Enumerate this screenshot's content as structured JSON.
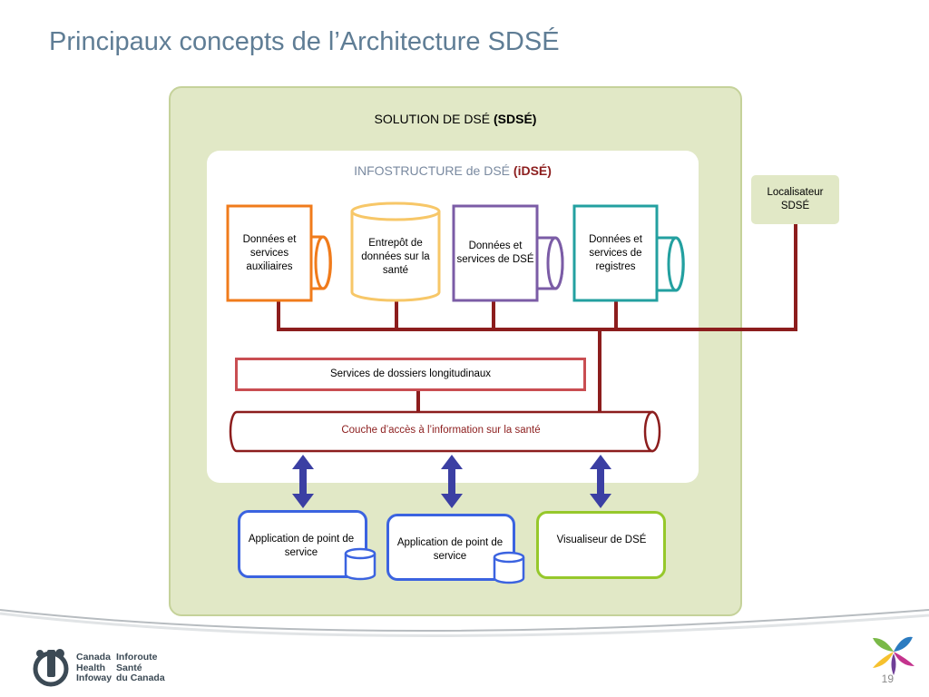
{
  "slide": {
    "title": "Principaux concepts de l’Architecture SDSÉ",
    "page_number": "19"
  },
  "solution": {
    "label": "SOLUTION DE DSÉ ",
    "label_bold": "(SDSÉ)"
  },
  "infostructure": {
    "label": "INFOSTRUCTURE de DSÉ ",
    "label_bold": "(iDSÉ)"
  },
  "components": {
    "aux_services": "Données et services auxiliaires",
    "warehouse": "Entrepôt de données sur la santé",
    "ehr_services": "Données et services de DSÉ",
    "registry_services": "Données et services de registres",
    "locator": "Localisateur SDSÉ",
    "longitudinal_services": "Services de dossiers longitudinaux",
    "access_layer": "Couche d’accès à l’information sur la santé"
  },
  "applications": [
    {
      "label": "Application de point de service"
    },
    {
      "label": "Application de point de service"
    },
    {
      "label": "Visualiseur de DSÉ"
    }
  ],
  "logo": {
    "en_line1": "Canada",
    "en_line2": "Health",
    "en_line3": "Infoway",
    "fr_line1": "Inforoute",
    "fr_line2": "Santé",
    "fr_line3": "du Canada"
  },
  "colors": {
    "title": "#5f7d95",
    "solution_bg": "#e1e8c6",
    "connector": "#8c1d1d",
    "aux_border": "#f07b1b",
    "warehouse_border": "#f7c768",
    "ehr_border": "#7b5ca6",
    "registry_border": "#23a0a0",
    "longitudinal_border": "#c94e52",
    "app_border": "#3b63e0",
    "viewer_border": "#96c82b",
    "arrow": "#3b3fa3"
  }
}
